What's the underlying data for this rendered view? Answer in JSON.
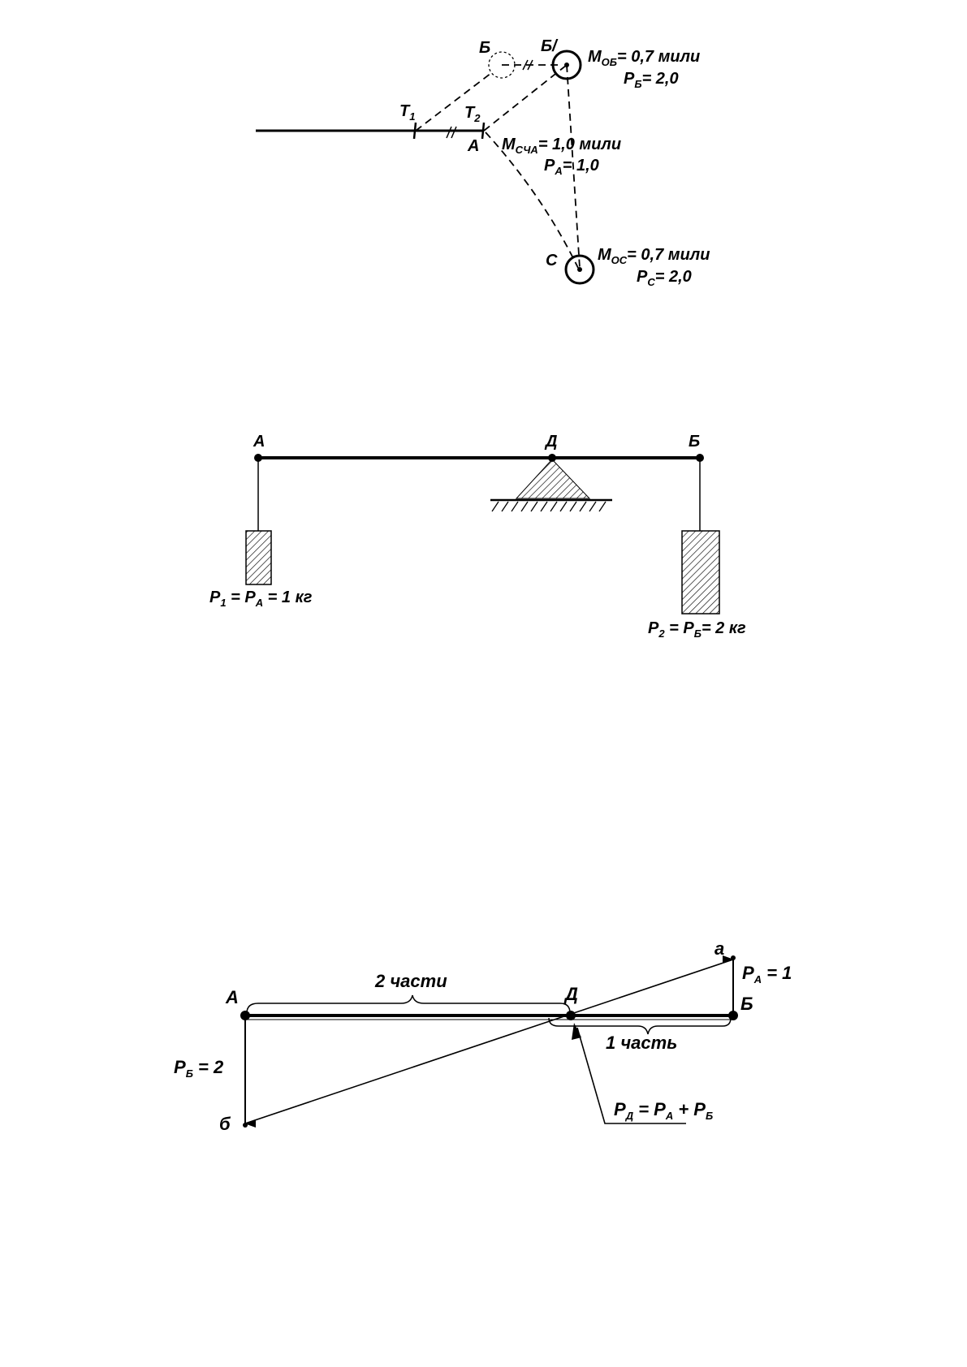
{
  "fig1": {
    "label_b": "Б",
    "label_b_prime": "Б/",
    "label_t1": "T",
    "label_t1_sub": "1",
    "label_t2": "T",
    "label_t2_sub": "2",
    "label_a": "А",
    "label_c": "С",
    "mob_prefix": "M",
    "mob_sub": "ОБ",
    "mob_value": "= 0,7 мили",
    "pb_prefix": "P",
    "pb_sub": "Б",
    "pb_value": "= 2,0",
    "msch_prefix": "M",
    "msch_sub": "СЧА",
    "msch_value": "= 1,0 мили",
    "pa_prefix": "P",
    "pa_sub": "А",
    "pa_value": "= 1,0",
    "moc_prefix": "M",
    "moc_sub": "ОС",
    "moc_value": "= 0,7 мили",
    "pc_prefix": "P",
    "pc_sub": "С",
    "pc_value": "= 2,0"
  },
  "fig2": {
    "label_a": "А",
    "label_d": "Д",
    "label_b": "Б",
    "p1_text": "P",
    "p1_sub": "1",
    "p1_mid": " = P",
    "p1_sub2": "А",
    "p1_end": " = 1 кг",
    "p2_text": "P",
    "p2_sub": "2",
    "p2_mid": " = P",
    "p2_sub2": "Б",
    "p2_end": "= 2 кг"
  },
  "fig3": {
    "label_a": "А",
    "label_d": "Д",
    "label_b": "Б",
    "label_a_small": "а",
    "label_b_small": "б",
    "two_parts": "2 части",
    "one_part": "1 часть",
    "pa_text": "P",
    "pa_sub": "А",
    "pa_value": " = 1",
    "pb_text": "P",
    "pb_sub": "Б",
    "pb_value": " = 2",
    "pd_text": "P",
    "pd_sub": "Д",
    "pd_mid": " = P",
    "pd_sub2": "А",
    "pd_mid2": " + P",
    "pd_sub3": "Б"
  }
}
